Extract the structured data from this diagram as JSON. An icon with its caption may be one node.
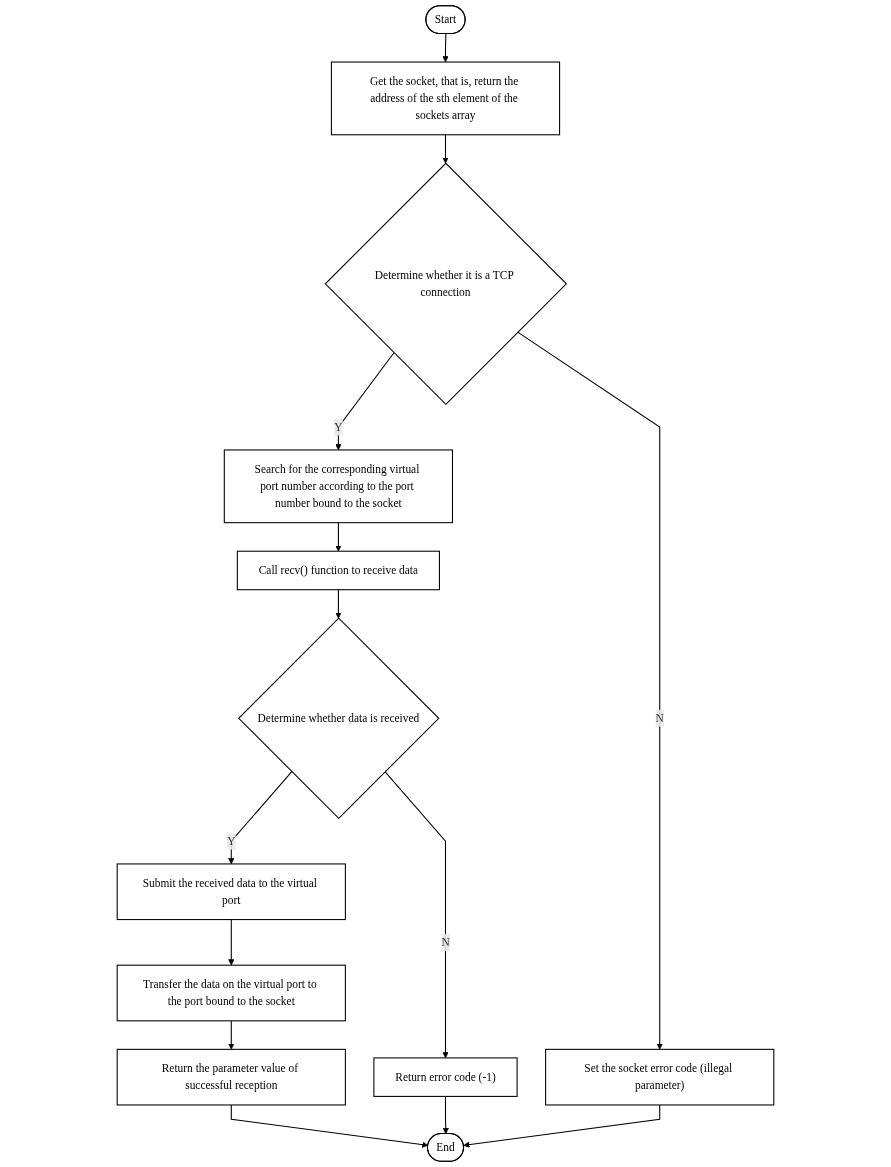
{
  "diagram": {
    "nodes": [
      {
        "text": [
          "Start"
        ]
      },
      {
        "text": [
          "Get the socket, that is, return the address of the sth element of the sockets array"
        ]
      },
      {
        "text": [
          "Determine whether it is a TCP connection"
        ]
      },
      {
        "text": [
          "Search for the corresponding virtual port number according to the port number bound to the socket"
        ]
      },
      {
        "text": [
          "Call recv() function to receive data"
        ]
      },
      {
        "text": [
          "Set the socket error code (illegal parameter)"
        ]
      },
      {
        "text": [
          "Determine whether data is received"
        ]
      },
      {
        "text": [
          "Submit the received data to the virtual port"
        ]
      },
      {
        "text": [
          "Transfer the data on the virtual port to the port bound to the socket"
        ]
      },
      {
        "text": [
          "Return the parameter value of successful reception"
        ]
      },
      {
        "text": [
          "Return error code (-1)"
        ]
      },
      {
        "text": [
          "End"
        ]
      }
    ],
    "edges": [
      {
        "from": 0,
        "to": 1,
        "arrow": "to"
      },
      {
        "from": 1,
        "to": 2,
        "arrow": "to"
      },
      {
        "from": 2,
        "to": 3,
        "arrow": "to",
        "label": "Y"
      },
      {
        "from": 2,
        "to": 5,
        "arrow": "to",
        "label": "N"
      },
      {
        "from": 3,
        "to": 4,
        "arrow": "to"
      },
      {
        "from": 4,
        "to": 6,
        "arrow": "to"
      },
      {
        "from": 6,
        "to": 7,
        "arrow": "to",
        "label": "Y"
      },
      {
        "from": 6,
        "to": 10,
        "arrow": "to",
        "label": "N"
      },
      {
        "from": 7,
        "to": 8,
        "arrow": "to"
      },
      {
        "from": 8,
        "to": 9,
        "arrow": "to"
      },
      {
        "from": 9,
        "to": 11,
        "arrow": "to"
      },
      {
        "from": 5,
        "to": 11,
        "arrow": "to"
      },
      {
        "from": 10,
        "to": 11,
        "arrow": "to"
      }
    ]
  }
}
